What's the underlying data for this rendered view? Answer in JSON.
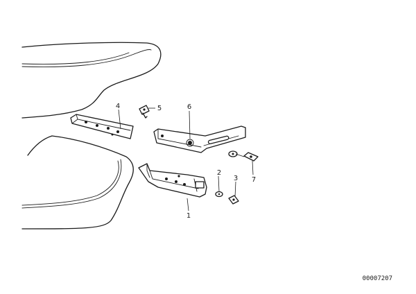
{
  "diagram": {
    "callouts": {
      "c1": "1",
      "c2": "2",
      "c3": "3",
      "c4": "4",
      "c5": "5",
      "c6": "6",
      "c7": "7"
    },
    "catalog_number": "00007207"
  }
}
